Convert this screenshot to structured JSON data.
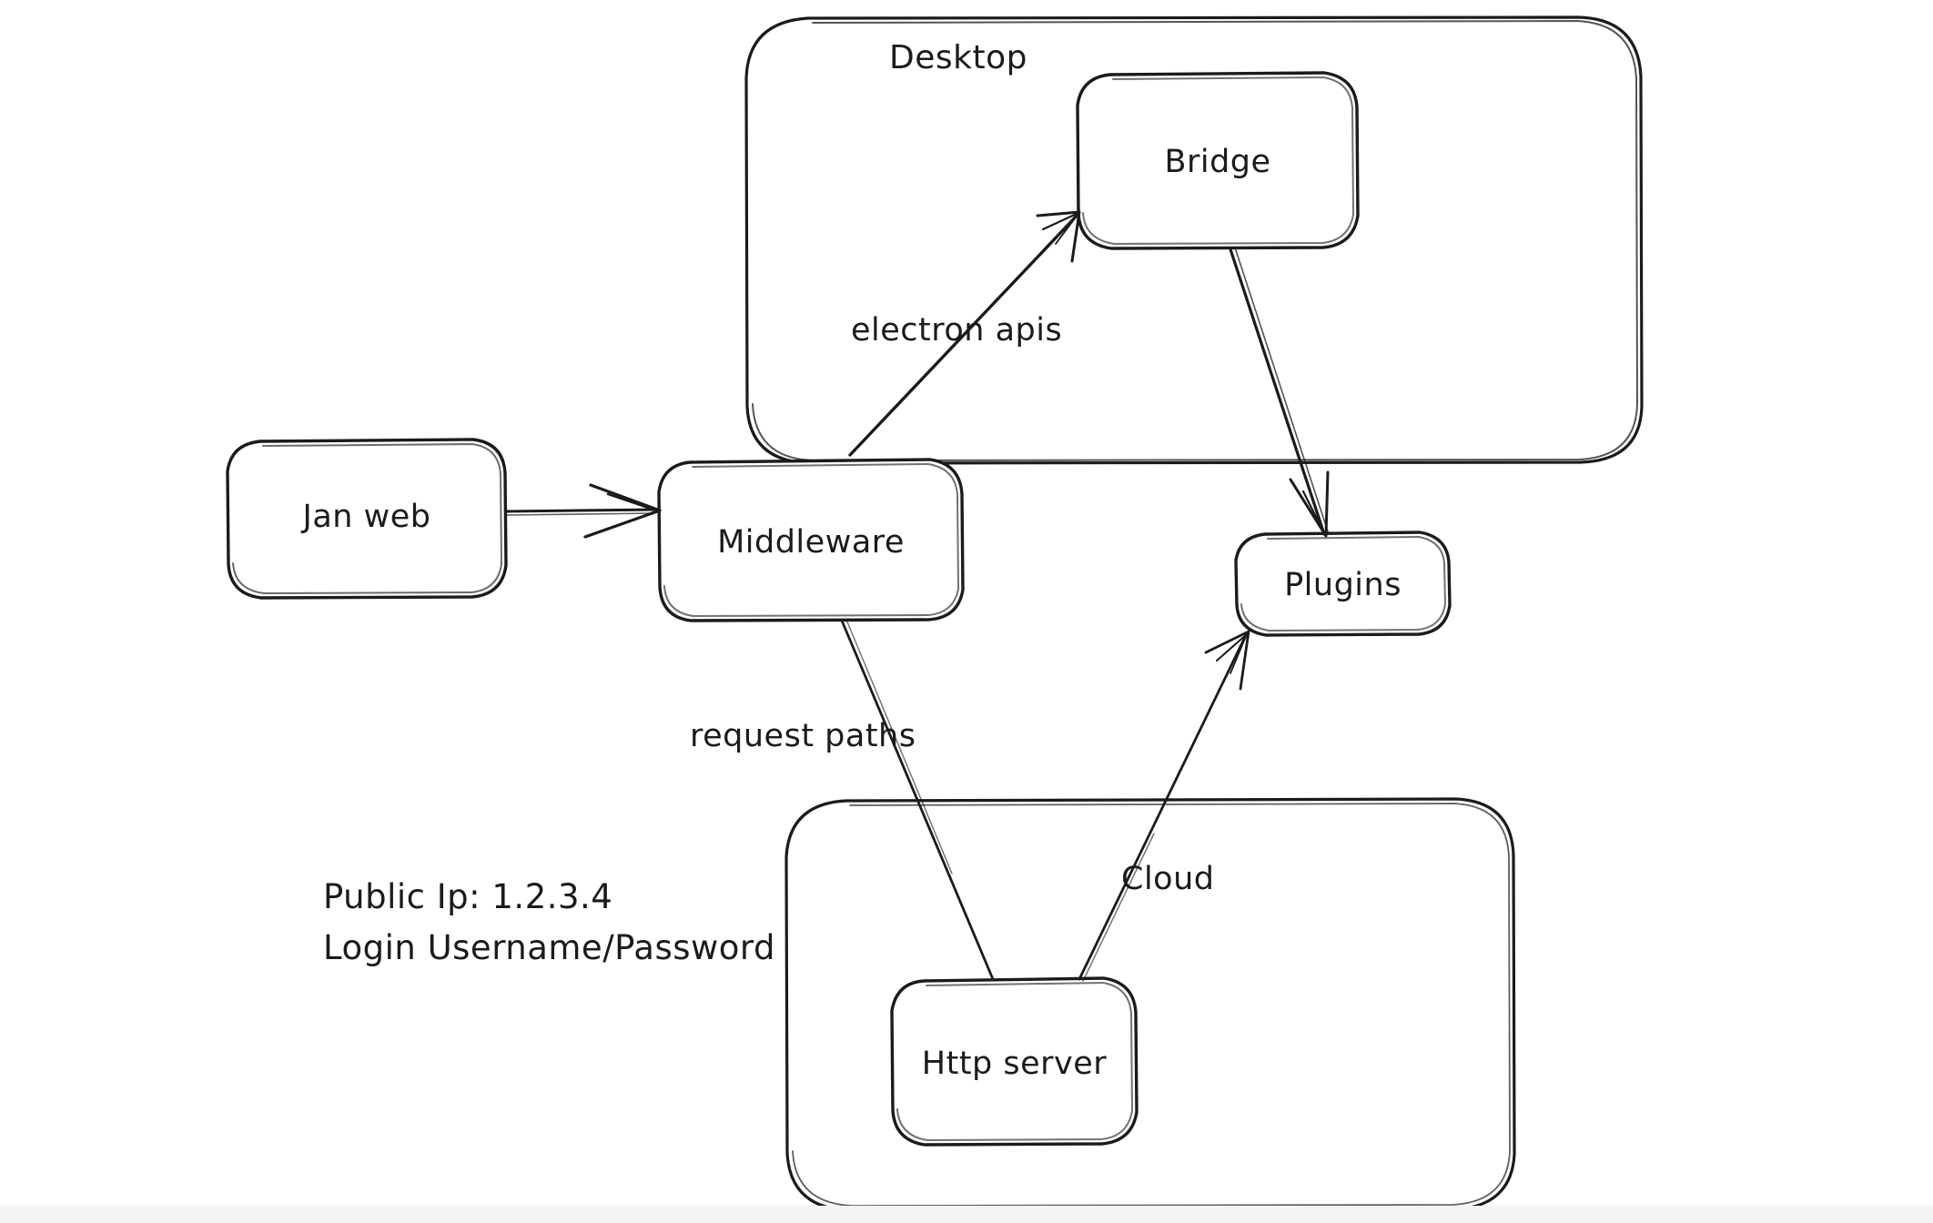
{
  "diagram": {
    "title": "Jan architecture sketch",
    "style": "hand-drawn whiteboard",
    "stroke_color": "#1b1b1d",
    "background_color": "#ffffff",
    "groups": [
      {
        "id": "desktop",
        "label": "Desktop"
      },
      {
        "id": "cloud",
        "label": ""
      }
    ],
    "nodes": [
      {
        "id": "jan-web",
        "label": "Jan web"
      },
      {
        "id": "middleware",
        "label": "Middleware"
      },
      {
        "id": "bridge",
        "label": "Bridge"
      },
      {
        "id": "plugins",
        "label": "Plugins"
      },
      {
        "id": "http-server",
        "label": "Http server"
      }
    ],
    "edges": [
      {
        "id": "janweb-to-middleware",
        "from": "jan-web",
        "to": "middleware",
        "label": ""
      },
      {
        "id": "middleware-to-bridge",
        "from": "middleware",
        "to": "bridge",
        "label": "electron apis"
      },
      {
        "id": "bridge-to-plugins",
        "from": "bridge",
        "to": "plugins",
        "label": ""
      },
      {
        "id": "middleware-to-http",
        "from": "middleware",
        "to": "http-server",
        "label": "request paths"
      },
      {
        "id": "http-to-plugins",
        "from": "http-server",
        "to": "plugins",
        "label": "Cloud"
      }
    ],
    "notes": [
      {
        "id": "public-ip",
        "text": "Public Ip: 1.2.3.4"
      },
      {
        "id": "login-creds",
        "text": "Login Username/Password"
      }
    ]
  }
}
